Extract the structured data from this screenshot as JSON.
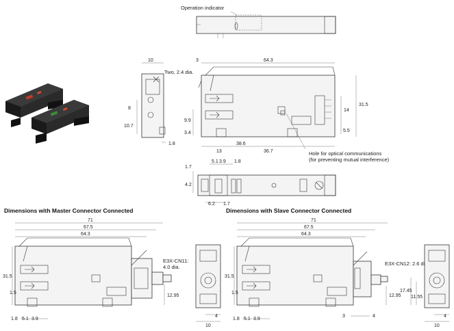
{
  "top_view": {
    "indicator_label": "Operation indicator"
  },
  "side_view": {
    "holes_label": "Two, 2.4 dia.",
    "hole_comm_label_1": "Hole for optical communications",
    "hole_comm_label_2": "(for preventing mutual interference)",
    "dims": {
      "w10": "10",
      "len643": "64.3",
      "d3": "3",
      "h315": "31.5",
      "h14": "14",
      "h55": "5.5",
      "h8": "8",
      "h107": "10.7",
      "h99": "9.9",
      "h34": "3.4",
      "w18": "1.8",
      "w13": "13",
      "w386": "38.6",
      "w367": "36.7"
    }
  },
  "bottom_view": {
    "dims": {
      "d51": "5.1",
      "d39": "3.9",
      "d18": "1.8",
      "d17a": "1.7",
      "d42": "4.2",
      "d62": "6.2",
      "d17b": "1.7"
    }
  },
  "master": {
    "heading": "Dimensions with Master Connector Connected",
    "cable_label_1": "E3X-CN11:",
    "cable_label_2": "4.0 dia.",
    "dims": {
      "d71": "71",
      "d675": "67.5",
      "d643": "64.3",
      "d315": "31.5",
      "d15": "1.5",
      "d1295": "12.95",
      "d18": "1.8",
      "d51": "5.1",
      "d39": "3.9",
      "d10": "10",
      "d4": "4"
    }
  },
  "slave": {
    "heading": "Dimensions with Slave Connector Connected",
    "cable_label": "E3X-CN12: 2.6 dia.",
    "dims": {
      "d71": "71",
      "d675": "67.5",
      "d643": "64.3",
      "d315": "31.5",
      "d15": "1.5",
      "d1295": "12.95",
      "d1745": "17.45",
      "d1155": "11.55",
      "d18": "1.8",
      "d51": "5.1",
      "d39": "3.9",
      "d3": "3",
      "d4": "4",
      "d10": "10",
      "d4b": "4"
    }
  }
}
